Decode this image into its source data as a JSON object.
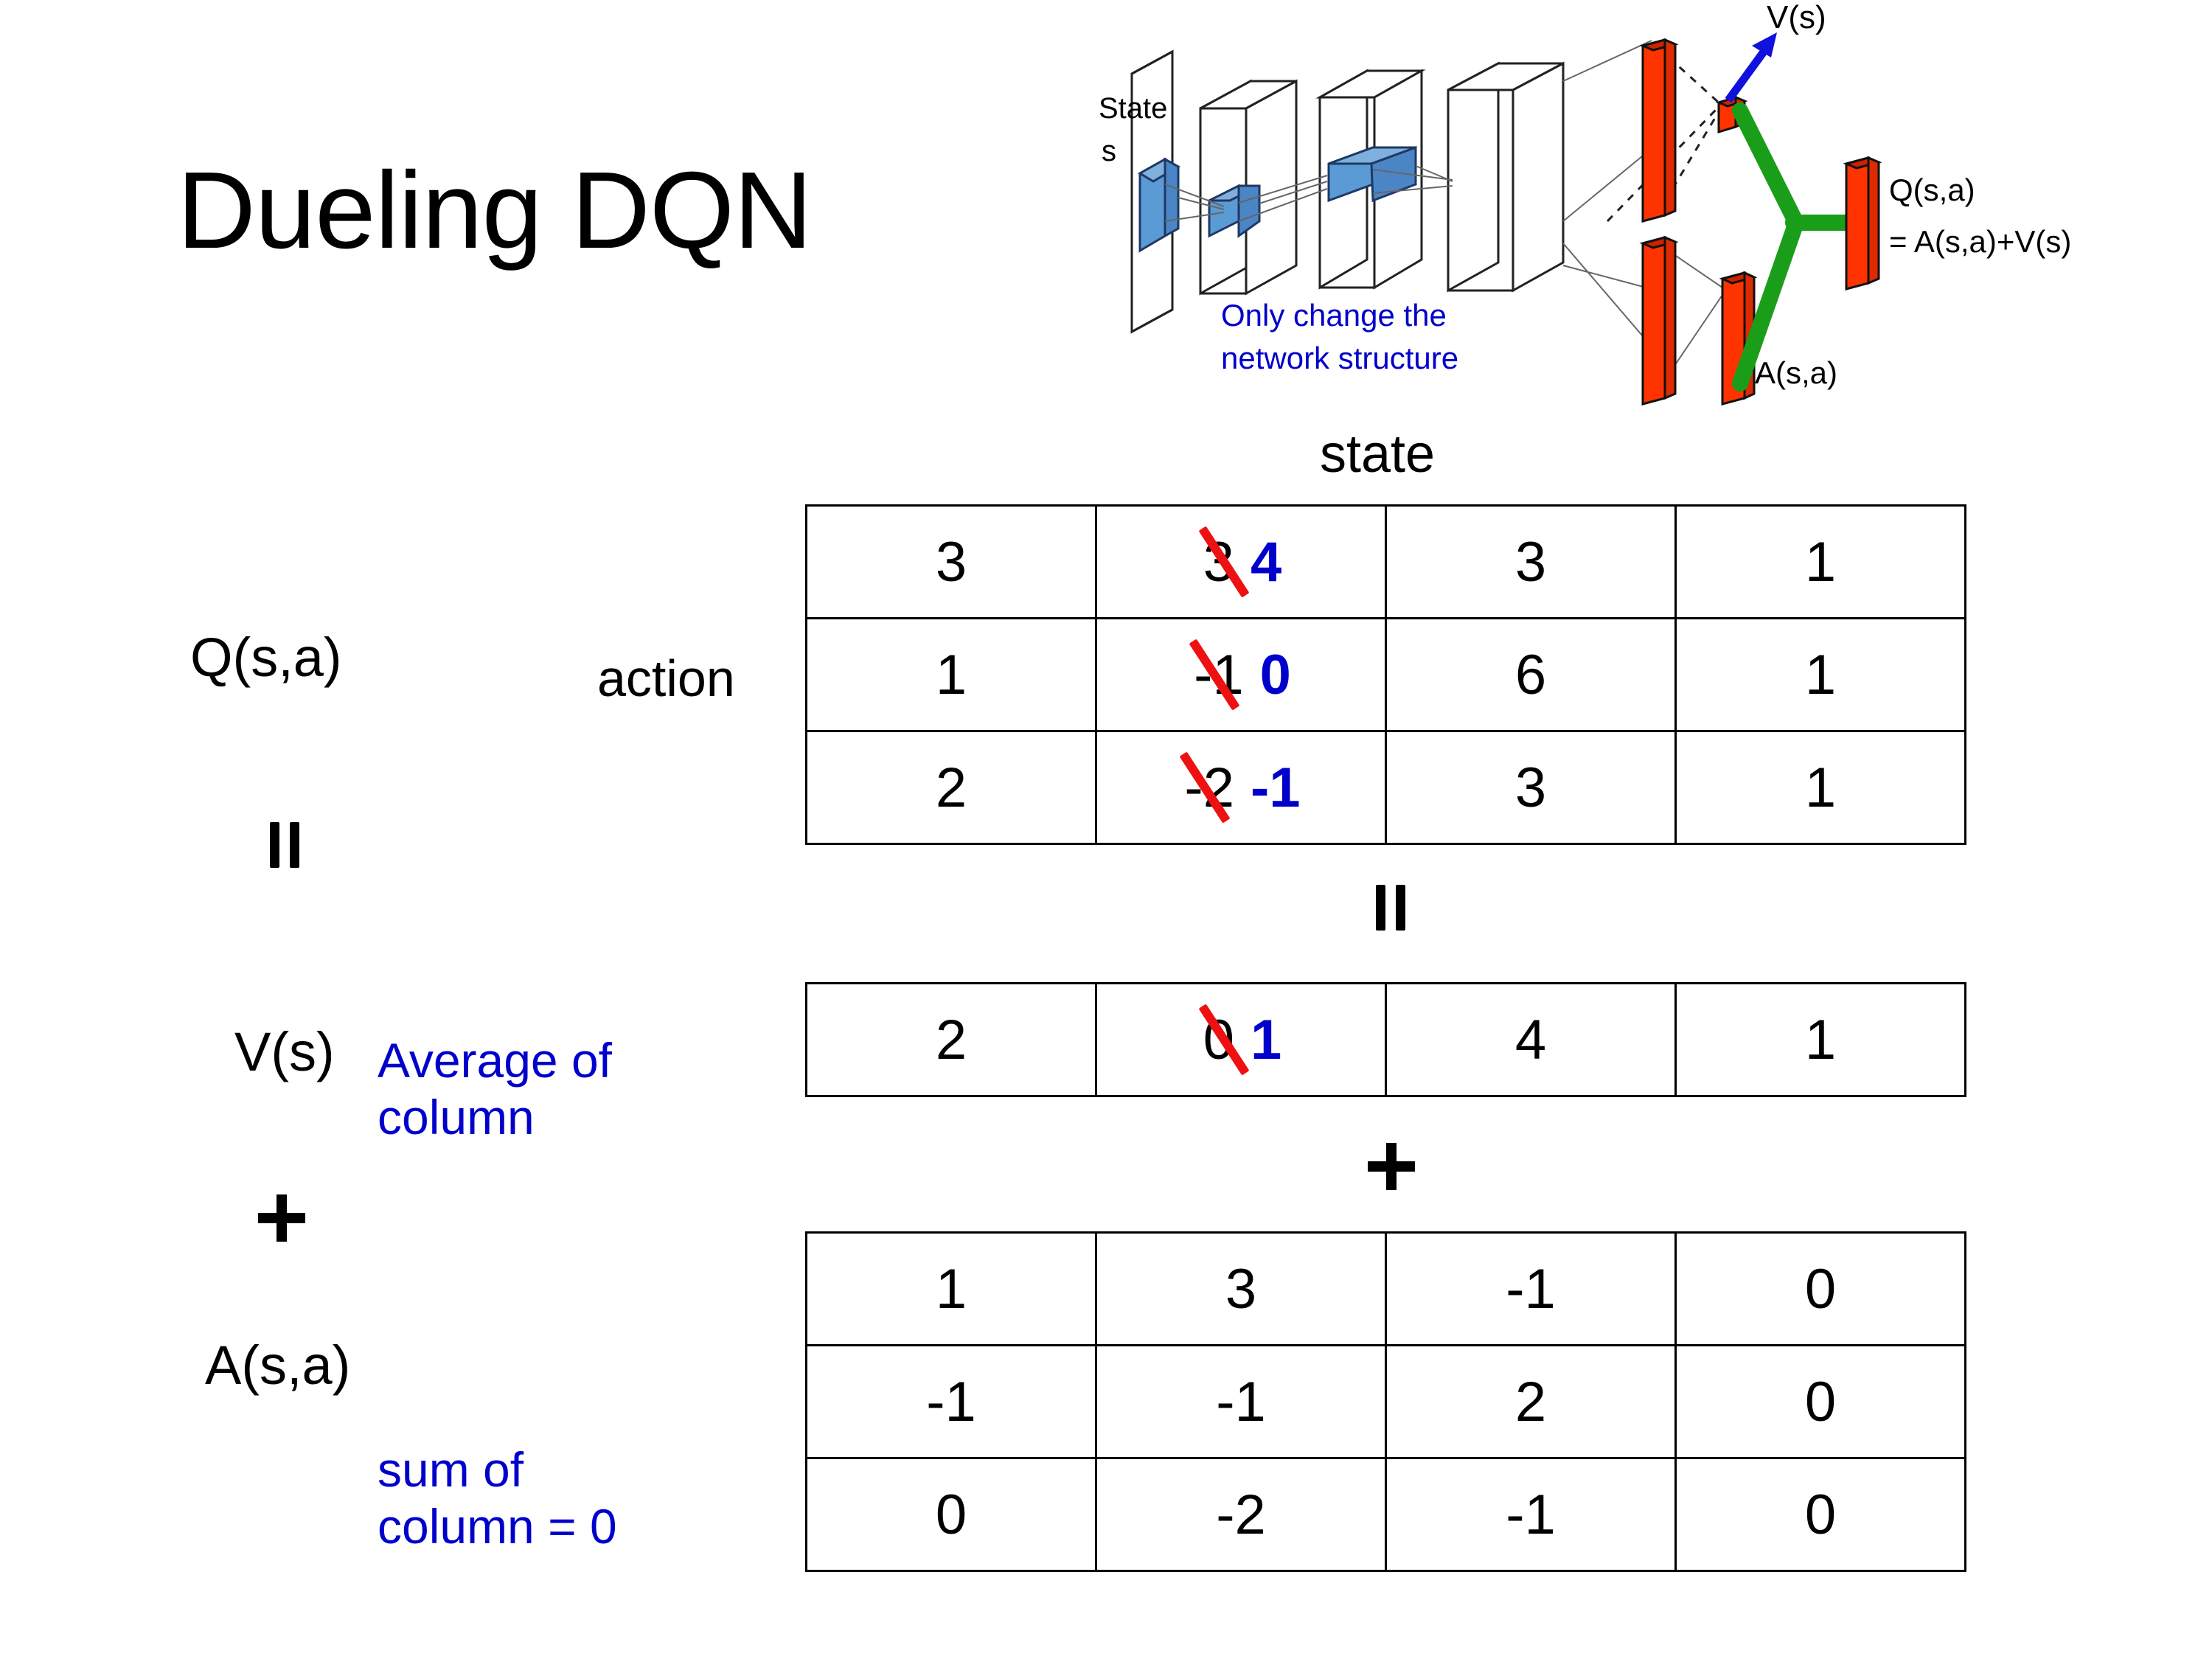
{
  "slide": {
    "title": "Dueling DQN",
    "background": "#ffffff"
  },
  "colors": {
    "annotation_blue": "#0000CC",
    "strike_red": "#EE1111",
    "bar_red": "#FF3300",
    "link_green": "#1A9E1A",
    "block_blue": "#5B9BD5",
    "text_black": "#000000"
  },
  "labels": {
    "q_label": "Q(s,a)",
    "v_label": "V(s)",
    "a_label": "A(s,a)",
    "action_axis": "action",
    "state_axis": "state",
    "equals_top": "=",
    "plus_left": "+",
    "equals_middle": "=",
    "plus_middle": "+"
  },
  "notes": {
    "average_of_column": "Average of\ncolumn",
    "sum_of_column": "sum of\ncolumn = 0"
  },
  "diagram": {
    "state_label": "State",
    "state_sub": "s",
    "only_change_note": "Only change the",
    "only_change_note2": "network structure",
    "v_output": "V(s)",
    "a_output": "A(s,a)",
    "q_output": "Q(s,a)",
    "q_formula": "= A(s,a)+V(s)"
  },
  "chart_data": {
    "type": "table",
    "title": "Dueling DQN value decomposition Q(s,a) = V(s) + A(s,a)",
    "tables": [
      {
        "name": "Q(s,a)",
        "row_axis": "action",
        "col_axis": "state",
        "rows": 3,
        "cols": 4,
        "cells": [
          [
            {
              "value": "3"
            },
            {
              "value": "3",
              "struck": true,
              "corrected": "4"
            },
            {
              "value": "3"
            },
            {
              "value": "1"
            }
          ],
          [
            {
              "value": "1"
            },
            {
              "value": "-1",
              "struck": true,
              "corrected": "0"
            },
            {
              "value": "6"
            },
            {
              "value": "1"
            }
          ],
          [
            {
              "value": "2"
            },
            {
              "value": "-2",
              "struck": true,
              "corrected": "-1"
            },
            {
              "value": "3"
            },
            {
              "value": "1"
            }
          ]
        ]
      },
      {
        "name": "V(s)",
        "rows": 1,
        "cols": 4,
        "cells": [
          [
            {
              "value": "2"
            },
            {
              "value": "0",
              "struck": true,
              "corrected": "1"
            },
            {
              "value": "4"
            },
            {
              "value": "1"
            }
          ]
        ]
      },
      {
        "name": "A(s,a)",
        "rows": 3,
        "cols": 4,
        "cells": [
          [
            {
              "value": "1"
            },
            {
              "value": "3"
            },
            {
              "value": "-1"
            },
            {
              "value": "0"
            }
          ],
          [
            {
              "value": "-1"
            },
            {
              "value": "-1"
            },
            {
              "value": "2"
            },
            {
              "value": "0"
            }
          ],
          [
            {
              "value": "0"
            },
            {
              "value": "-2"
            },
            {
              "value": "-1"
            },
            {
              "value": "0"
            }
          ]
        ]
      }
    ]
  }
}
